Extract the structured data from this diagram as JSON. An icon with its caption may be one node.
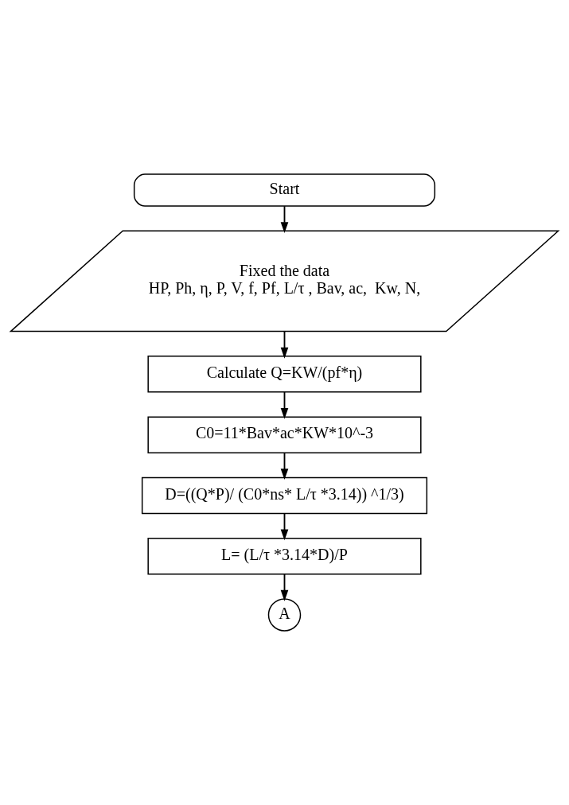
{
  "diagram": {
    "nodes": [
      {
        "text": [
          "Start"
        ]
      },
      {
        "text": [
          "Fixed the data",
          "HP, Ph, η, P, V, f, Pf, L/τ , Bav, ac,  Kw, N,"
        ]
      },
      {
        "text": [
          "Calculate Q=KW/(pf*η)"
        ]
      },
      {
        "text": [
          "C0=11*Bav*ac*KW*10^-3"
        ]
      },
      {
        "text": [
          "D=((Q*P)/ (C0*ns* L/τ *3.14)) ^1/3)"
        ]
      },
      {
        "text": [
          "L= (L/τ *3.14*D)/P"
        ]
      },
      {
        "text": [
          "A"
        ]
      }
    ],
    "edges": [
      {
        "from": 0,
        "to": 1,
        "arrow": "to"
      },
      {
        "from": 1,
        "to": 2,
        "arrow": "to"
      },
      {
        "from": 2,
        "to": 3,
        "arrow": "to"
      },
      {
        "from": 3,
        "to": 4,
        "arrow": "to"
      },
      {
        "from": 4,
        "to": 5,
        "arrow": "to"
      },
      {
        "from": 5,
        "to": 6,
        "arrow": "to"
      }
    ]
  }
}
